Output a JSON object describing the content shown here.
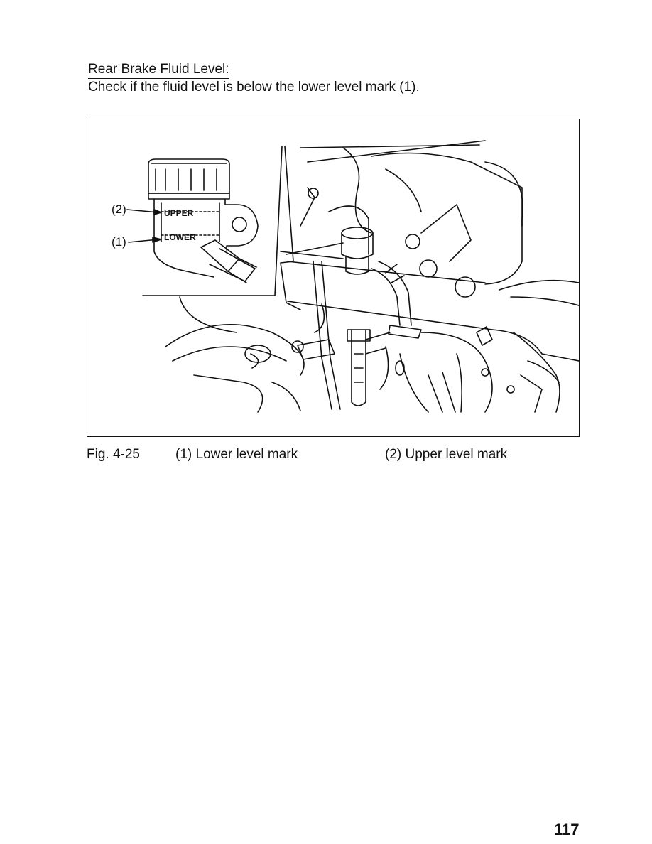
{
  "section": {
    "heading": "Rear Brake Fluid Level:",
    "instruction": "Check if the fluid level is below the lower level mark (1)."
  },
  "figure": {
    "callouts": {
      "upper_number": "(2)",
      "lower_number": "(1)",
      "upper_mark_text": "UPPER",
      "lower_mark_text": "LOWER"
    }
  },
  "caption": {
    "figure_number": "Fig. 4-25",
    "item_1": "(1) Lower level mark",
    "item_2": "(2) Upper level mark"
  },
  "page_number": "117"
}
